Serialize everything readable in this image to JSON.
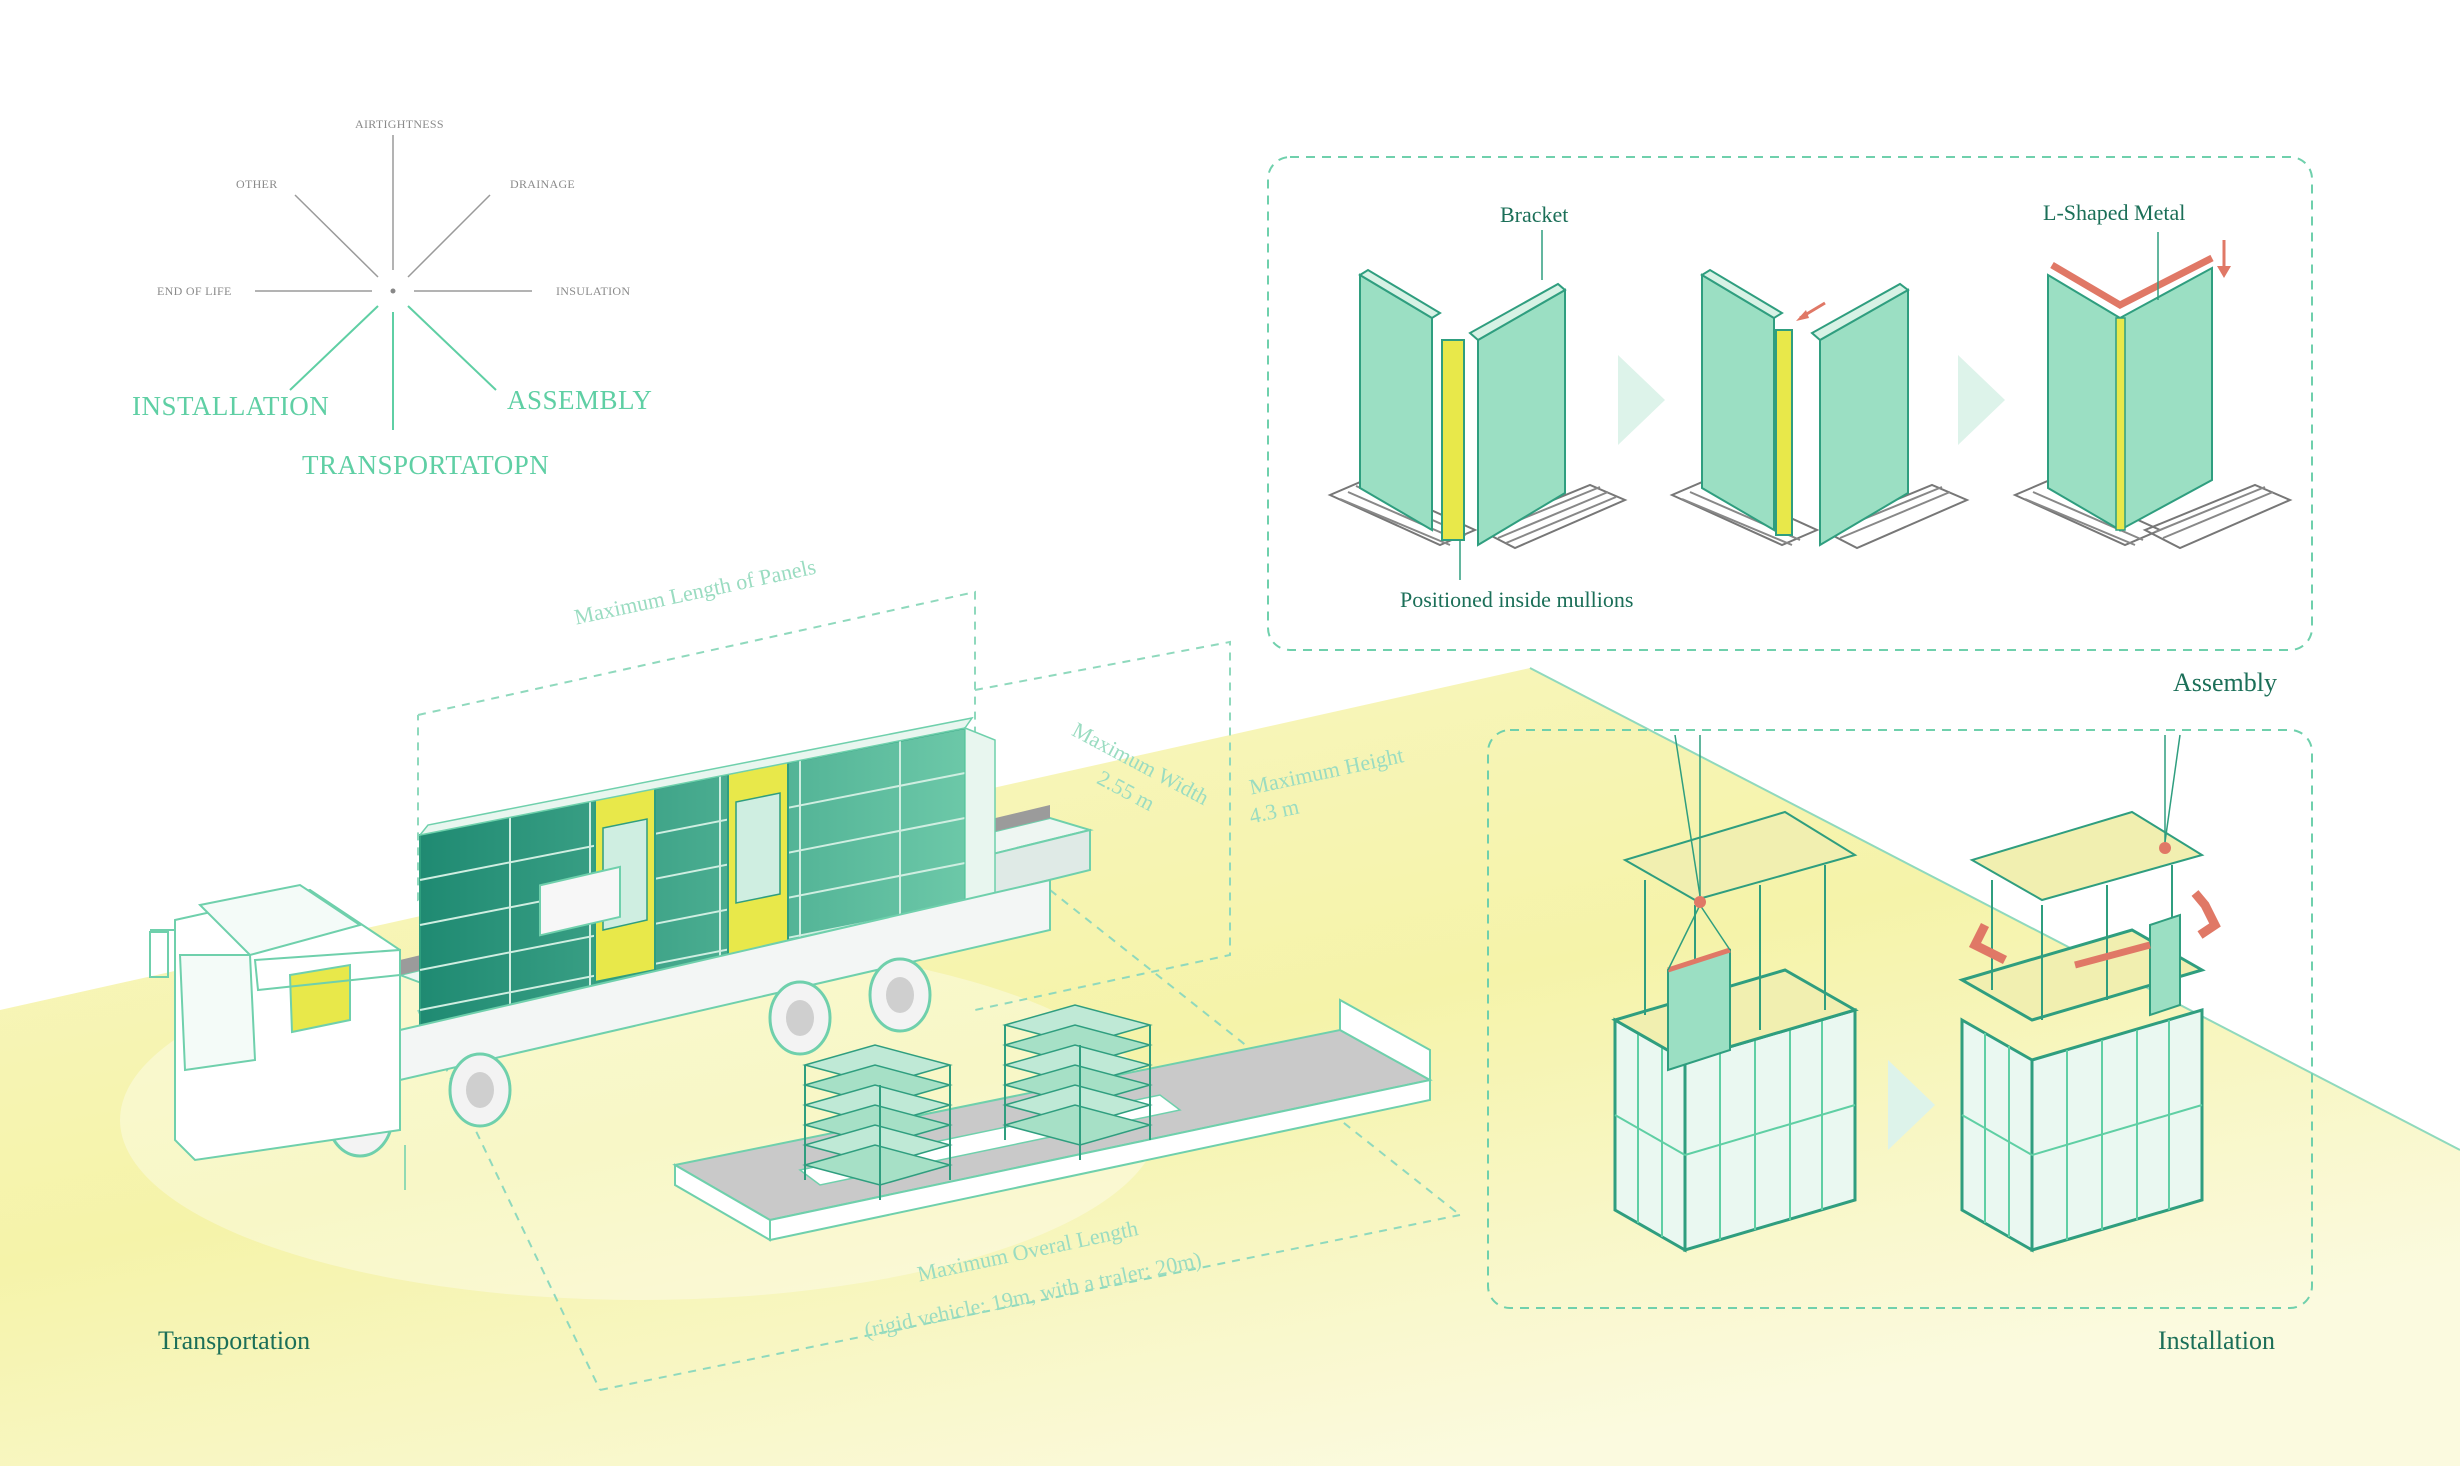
{
  "radial": {
    "airtightness": "AIRTIGHTNESS",
    "other": "OTHER",
    "drainage": "DRAINAGE",
    "end_of_life": "END OF LIFE",
    "insulation": "INSULATION",
    "installation": "INSTALLATION",
    "assembly": "ASSEMBLY",
    "transportation": "TRANSPORTATOPN"
  },
  "assembly": {
    "bracket": "Bracket",
    "l_shaped_metal": "L-Shaped Metal",
    "positioned_inside_mullions": "Positioned inside mullions",
    "caption": "Assembly"
  },
  "transport": {
    "max_length_panels": "Maximum Length of Panels",
    "max_width_label": "Maximum Width",
    "max_width_value": "2.55 m",
    "max_height_label": "Maximum Height",
    "max_height_value": "4.3 m",
    "max_overall_length": "Maximum Overal Length",
    "overall_length_note": "(rigid vehicle: 19m, with a traler: 20m)",
    "caption": "Transportation"
  },
  "installation": {
    "caption": "Installation"
  },
  "colors": {
    "panel_green": "#9bdfc3",
    "dark_green": "#2f9e7f",
    "mint_line": "#5fcfa4",
    "accent_yellow": "#e8e84a",
    "arrow_red": "#e07866",
    "ground_yellow": "#f6f4b0"
  }
}
